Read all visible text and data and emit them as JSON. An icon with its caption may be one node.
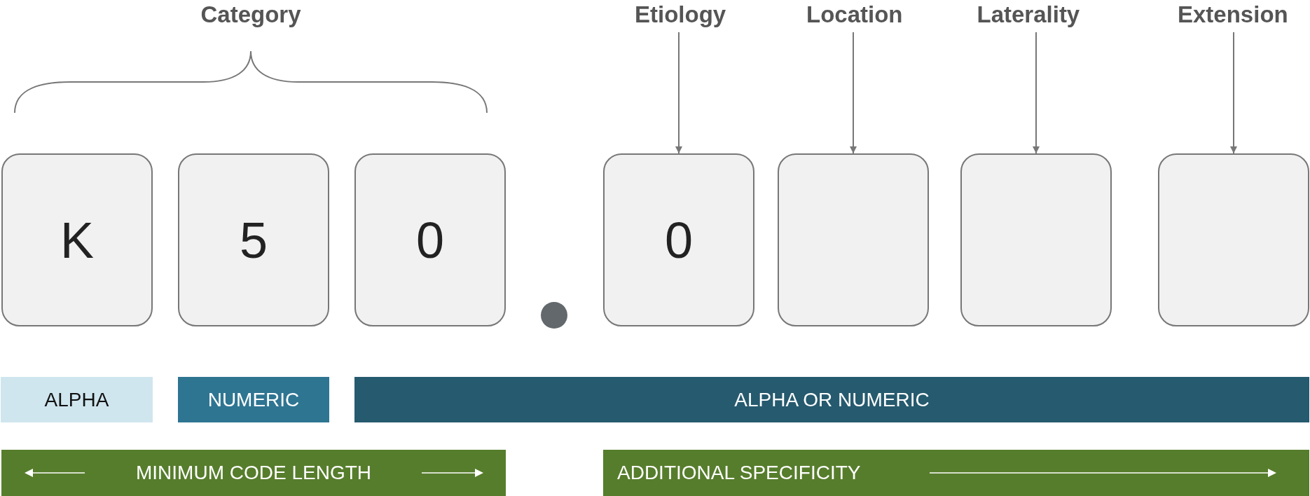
{
  "diagram": {
    "nodes": [
      {
        "text": [
          "Etiology"
        ]
      },
      {
        "text": [
          "Location"
        ]
      },
      {
        "text": [
          "Laterality"
        ]
      },
      {
        "text": [
          "Extension"
        ]
      },
      {
        "text": [
          "K"
        ]
      },
      {
        "text": [
          "5"
        ]
      },
      {
        "text": [
          "0"
        ]
      },
      {
        "text": [
          "0"
        ]
      },
      {
        "text": [],
        "shape": "box"
      },
      {
        "text": [],
        "shape": "box"
      },
      {
        "text": [],
        "shape": "box"
      },
      {
        "text": [
          "ALPHA"
        ]
      },
      {
        "text": [
          "NUMERIC"
        ]
      },
      {
        "text": [
          "ALPHA OR NUMERIC"
        ]
      },
      {
        "text": [
          "MINIMUM CODE LENGTH"
        ]
      },
      {
        "text": [
          "ADDITIONAL SPECIFICITY"
        ]
      }
    ],
    "edges": [
      {
        "from": 0,
        "to": 7,
        "arrow": "to"
      },
      {
        "from": 1,
        "to": 8,
        "arrow": "to"
      },
      {
        "from": 2,
        "to": 9,
        "arrow": "to"
      },
      {
        "from": 3,
        "to": 10,
        "arrow": "to"
      }
    ],
    "labels": [
      "Category"
    ]
  }
}
